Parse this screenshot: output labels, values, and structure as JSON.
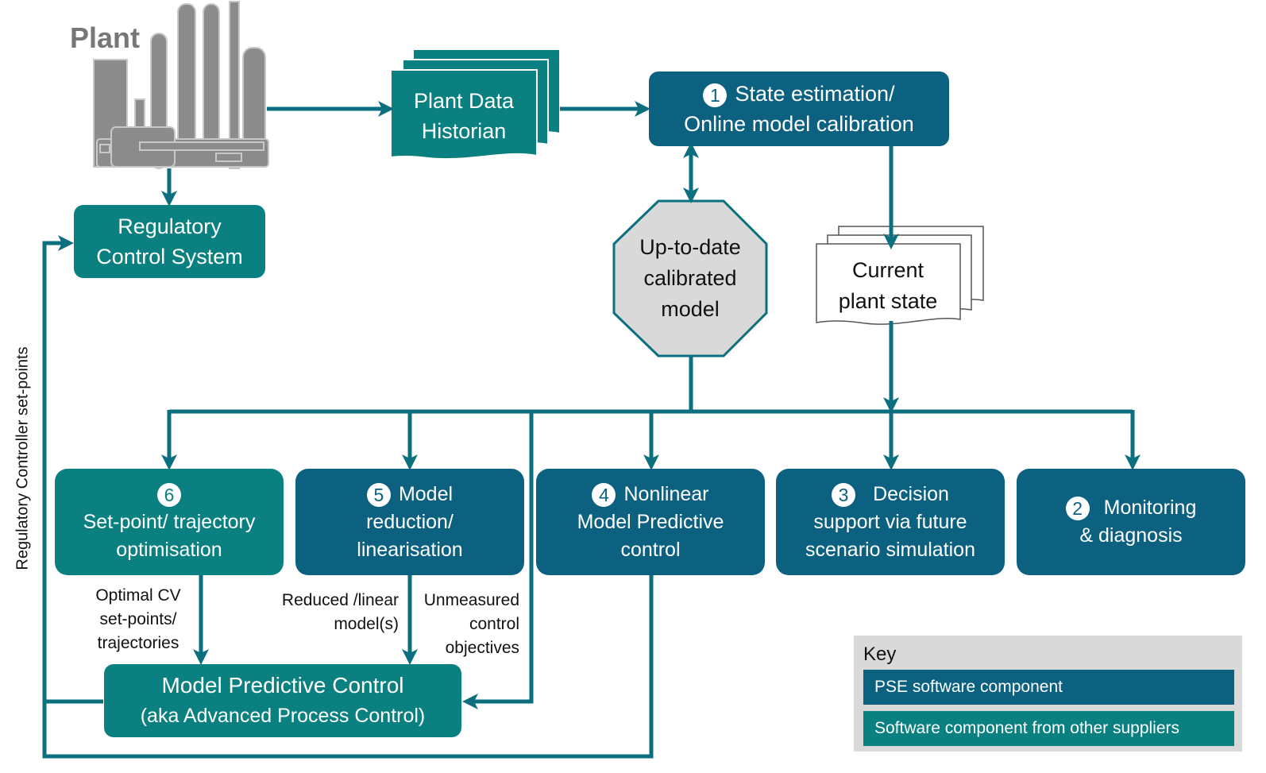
{
  "colors": {
    "pse": "#0c6181",
    "other": "#0b8080",
    "plant_gray": "#8c8c8c",
    "model_fill": "#d9d9d9"
  },
  "plant": {
    "title": "Plant"
  },
  "historian": {
    "line1": "Plant Data",
    "line2": "Historian"
  },
  "state_estimation": {
    "number": "1",
    "line1": "State estimation/",
    "line2": "Online model calibration"
  },
  "regulatory": {
    "line1": "Regulatory",
    "line2": "Control System"
  },
  "model": {
    "line1": "Up-to-date",
    "line2": "calibrated",
    "line3": "model"
  },
  "current_state": {
    "line1": "Current",
    "line2": "plant state"
  },
  "boxes": {
    "setpoint": {
      "number": "6",
      "line1": "Set-point/ trajectory",
      "line2": "optimisation"
    },
    "reduction": {
      "number": "5",
      "line1": "Model",
      "line2": "reduction/",
      "line3": "linearisation"
    },
    "nmpc": {
      "number": "4",
      "line1": "Nonlinear",
      "line2": "Model Predictive",
      "line3": "control"
    },
    "decision": {
      "number": "3",
      "line1": "Decision",
      "line2": "support via future",
      "line3": "scenario simulation"
    },
    "monitoring": {
      "number": "2",
      "line1": "Monitoring",
      "line2": "& diagnosis"
    }
  },
  "mpc": {
    "line1": "Model Predictive Control",
    "line2": "(aka Advanced Process Control)"
  },
  "labels": {
    "optimal_cv": [
      "Optimal CV",
      "set-points/",
      "trajectories"
    ],
    "reduced_model": [
      "Reduced /linear",
      "model(s)"
    ],
    "unmeasured": [
      "Unmeasured",
      "control",
      "objectives"
    ],
    "vertical": "Regulatory Controller set-points"
  },
  "key": {
    "title": "Key",
    "pse": "PSE software component",
    "other": "Software component from other suppliers"
  }
}
